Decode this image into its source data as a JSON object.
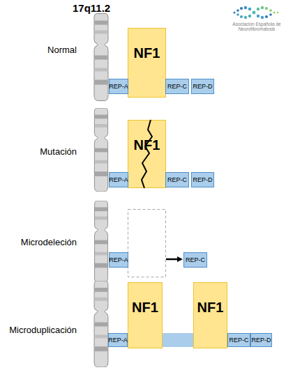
{
  "diagram": {
    "nodes": [
      {
        "text": [
          "NF1"
        ]
      },
      {
        "text": [
          "REP-A"
        ]
      },
      {
        "text": [
          "REP-C"
        ]
      },
      {
        "text": [
          "REP-D"
        ]
      },
      {
        "text": [
          "NF1"
        ]
      },
      {
        "text": [
          "REP-A"
        ]
      },
      {
        "text": [
          "REP-C"
        ]
      },
      {
        "text": [
          "REP-D"
        ]
      },
      {
        "text": [
          "REP-A"
        ]
      },
      {
        "text": [
          "REP-C"
        ]
      },
      {
        "text": [
          "NF1"
        ]
      },
      {
        "text": [
          "NF1"
        ]
      },
      {
        "text": [
          "REP-A"
        ]
      },
      {
        "text": [
          "REP-C"
        ]
      },
      {
        "text": [
          "REP-D"
        ]
      }
    ],
    "labels": [
      "17q11.2",
      "Asociación Española de Neurofibromatosis",
      "Normal",
      "Mutación",
      "Microdeleción",
      "Microduplicación"
    ]
  }
}
